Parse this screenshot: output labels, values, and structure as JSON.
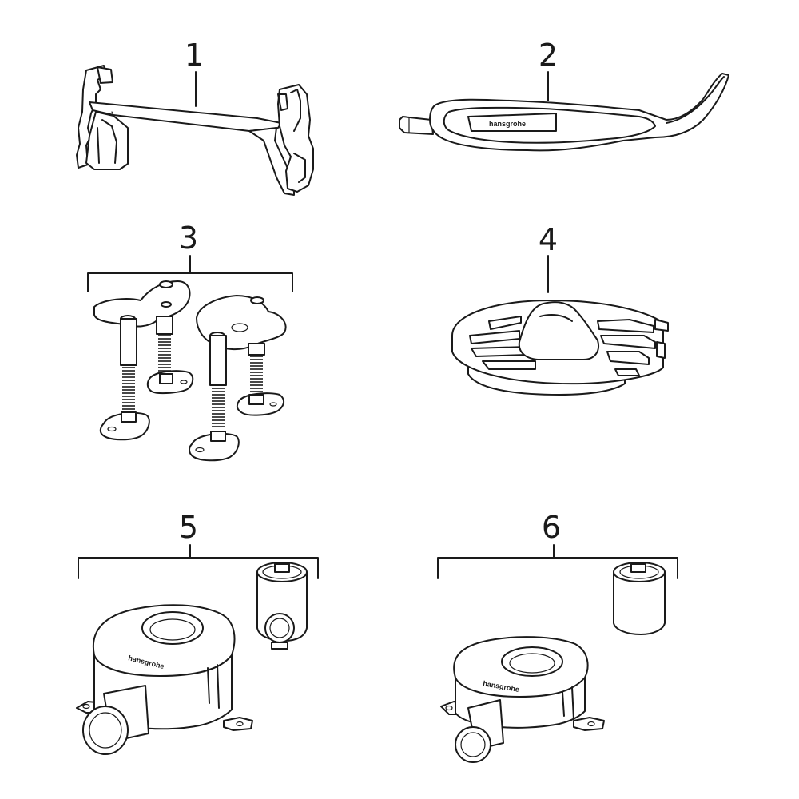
{
  "parts": [
    {
      "number": "1",
      "name": "installation-bracket"
    },
    {
      "number": "2",
      "name": "assembly-key"
    },
    {
      "number": "3",
      "name": "levelling-feet-set"
    },
    {
      "number": "4",
      "name": "strainer-insert"
    },
    {
      "number": "5",
      "name": "drain-body-with-odour-trap"
    },
    {
      "number": "6",
      "name": "compact-drain-body-with-odour-trap"
    }
  ],
  "brand_text": "hansgrohe"
}
